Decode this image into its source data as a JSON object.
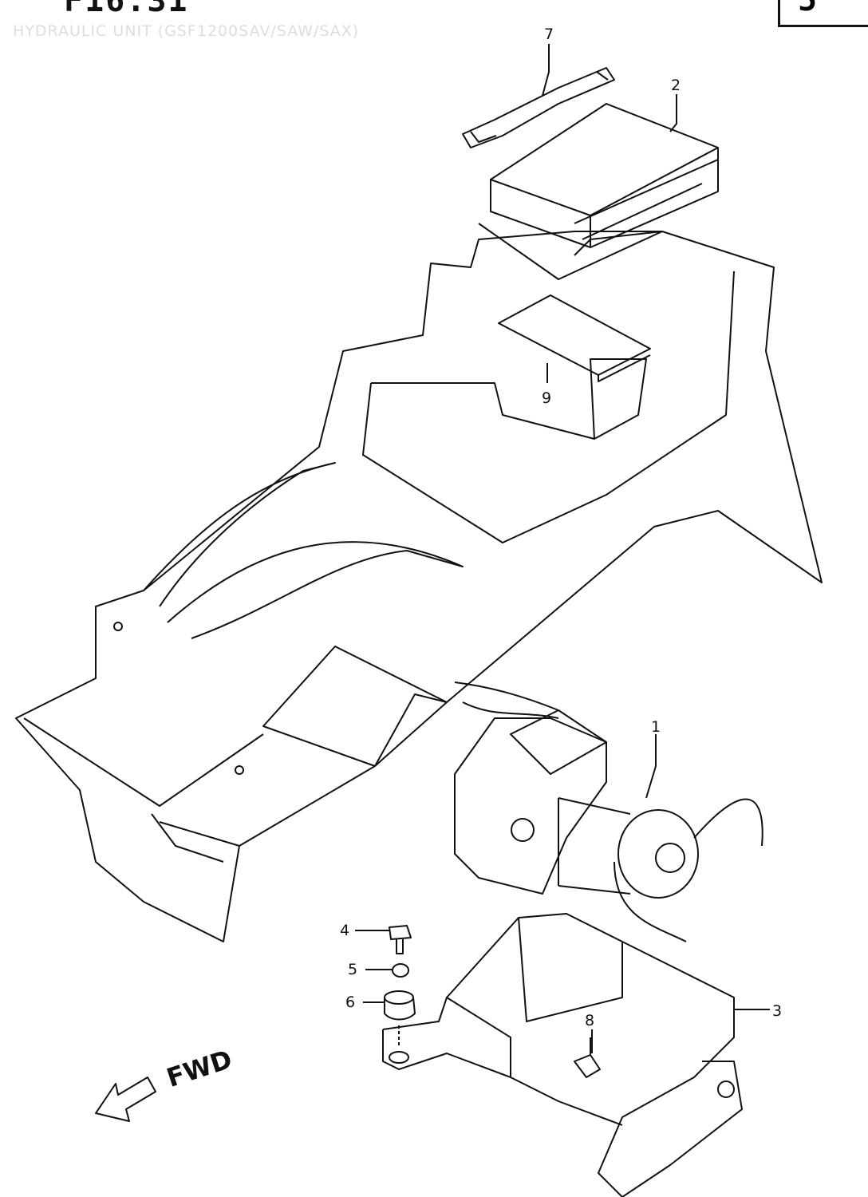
{
  "header": {
    "figure_number": "F16.31",
    "subtitle": "HYDRAULIC UNIT (GSF1200SAV/SAW/SAX)",
    "section_badge": "5"
  },
  "callouts": [
    "1",
    "2",
    "3",
    "4",
    "5",
    "6",
    "8",
    "7",
    "9"
  ],
  "direction_label": "FWD"
}
